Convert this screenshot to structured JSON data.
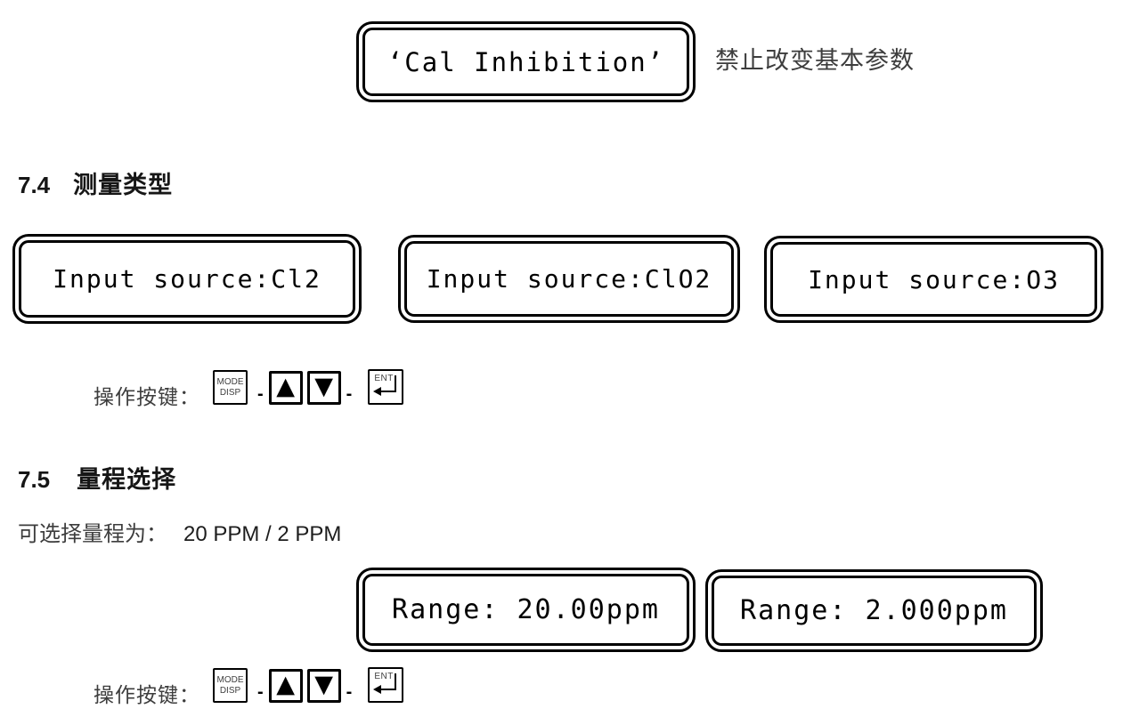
{
  "palette": {
    "ink": "#000000",
    "muted_text": "#3d3d3d",
    "background": "#ffffff"
  },
  "cal_notice": {
    "display_text": "‘Cal Inhibition’",
    "note": "禁止改变基本参数"
  },
  "section_measurement_type": {
    "number": "7.4",
    "title": "测量类型",
    "displays": [
      "Input source:Cl2",
      "Input source:ClO2",
      "Input source:O3"
    ]
  },
  "section_range_select": {
    "number": "7.5",
    "title": "量程选择",
    "note_label": "可选择量程为：",
    "note_value": "20 PPM / 2 PPM",
    "displays": [
      "Range: 20.00ppm",
      "Range: 2.000ppm"
    ]
  },
  "keypad": {
    "label": "操作按键：",
    "mode_key_line1": "MODE",
    "mode_key_line2": "DISP",
    "up_icon": "▲",
    "down_icon": "▼",
    "ent_key_label": "ENT",
    "separator": "-"
  }
}
